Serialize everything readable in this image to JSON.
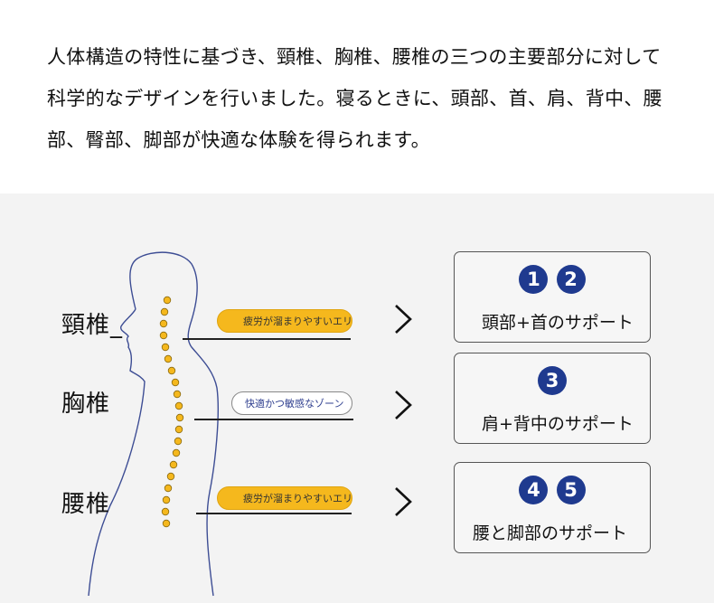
{
  "intro": {
    "line1": "人体構造の特性に基づき、頸椎、胸椎、腰椎の三つの主要部分に対して",
    "line2": "科学的なデザインを行いました。寝るときに、頭部、首、肩、背中、腰",
    "line3": "部、臀部、脚部が快適な体験を得られます。"
  },
  "regions": [
    {
      "label": "頸椎_",
      "pill_text": "疲労が溜まりやすいエリア",
      "pill_style": "yellow",
      "badges": [
        "1",
        "2"
      ],
      "card_label": "頭部+首のサポート"
    },
    {
      "label": "胸椎",
      "pill_text": "快適かつ敏感なゾーン",
      "pill_style": "white",
      "badges": [
        "3"
      ],
      "card_label": "肩+背中のサポート"
    },
    {
      "label": "腰椎",
      "pill_text": "疲労が溜まりやすいエリア",
      "pill_style": "yellow",
      "badges": [
        "4",
        "5"
      ],
      "card_label": "腰と脚部のサポート"
    }
  ],
  "colors": {
    "accent_yellow": "#f5b81d",
    "badge_blue": "#1f3a8f",
    "panel_bg": "#f3f3f3"
  }
}
